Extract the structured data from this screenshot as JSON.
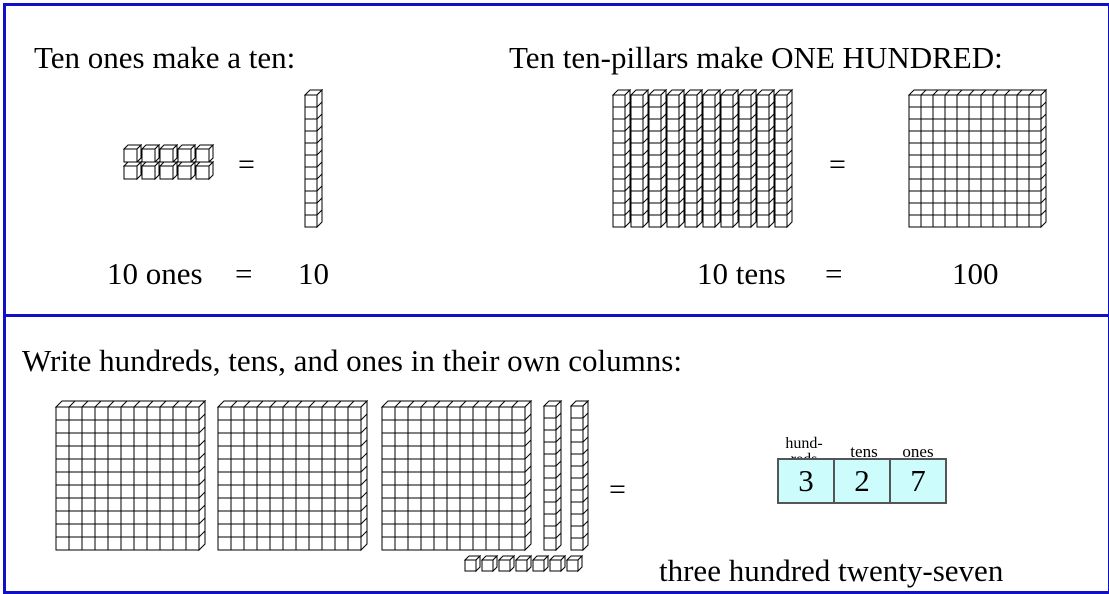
{
  "top_left": {
    "heading": "Ten ones make a ten:",
    "equals": "=",
    "caption_left": "10 ones",
    "caption_equals": "=",
    "caption_right": "10"
  },
  "top_right": {
    "heading": "Ten ten-pillars make ONE HUNDRED:",
    "equals": "=",
    "caption_left": "10 tens",
    "caption_equals": "=",
    "caption_right": "100"
  },
  "bottom": {
    "heading": "Write hundreds, tens, and ones in their own columns:",
    "equals": "=",
    "place_value": {
      "headers": {
        "hundreds_line1": "hund-",
        "hundreds_line2": "reds",
        "tens": "tens",
        "ones": "ones"
      },
      "digits": [
        "3",
        "2",
        "7"
      ]
    },
    "number_words": "three hundred twenty-seven"
  },
  "colors": {
    "frame": "#1010c8",
    "box_fill": "#ccfcfc"
  },
  "blocks": {
    "hundreds": 3,
    "tens": 2,
    "ones": 7
  }
}
